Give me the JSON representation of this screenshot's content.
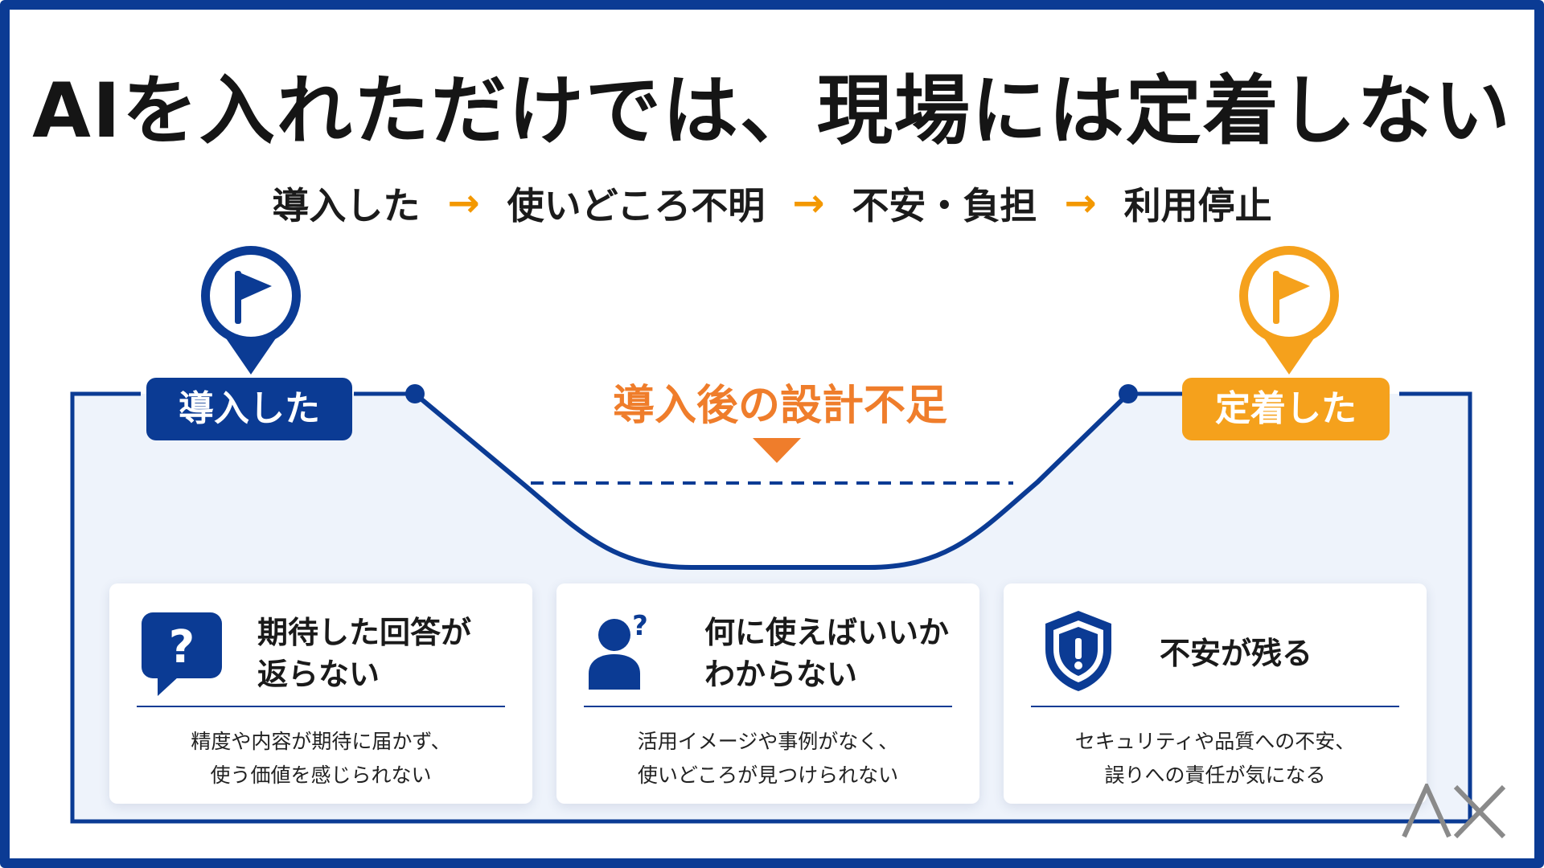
{
  "title": "AIを入れただけでは、現場には定着しない",
  "flow": {
    "steps": [
      "導入した",
      "使いどころ不明",
      "不安・負担",
      "利用停止"
    ],
    "arrow": "→"
  },
  "diagram": {
    "start_label": "導入した",
    "end_label": "定着した",
    "gap_label": "導入後の設計不足"
  },
  "cards": [
    {
      "icon": "question-bubble-icon",
      "heading_line1": "期待した回答が",
      "heading_line2": "返らない",
      "desc_line1": "精度や内容が期待に届かず、",
      "desc_line2": "使う価値を感じられない"
    },
    {
      "icon": "confused-person-icon",
      "heading_line1": "何に使えばいいか",
      "heading_line2": "わからない",
      "desc_line1": "活用イメージや事例がなく、",
      "desc_line2": "使いどころが見つけられない"
    },
    {
      "icon": "shield-alert-icon",
      "heading_line1": "不安が残る",
      "desc_line1": "セキュリティや品質への不安、",
      "desc_line2": "誤りへの責任が気になる"
    }
  ],
  "colors": {
    "navy": "#0b3b94",
    "orange": "#f5a11c",
    "gap_orange": "#ef7d2b",
    "panel": "#eef3fb"
  },
  "logo": "AX"
}
